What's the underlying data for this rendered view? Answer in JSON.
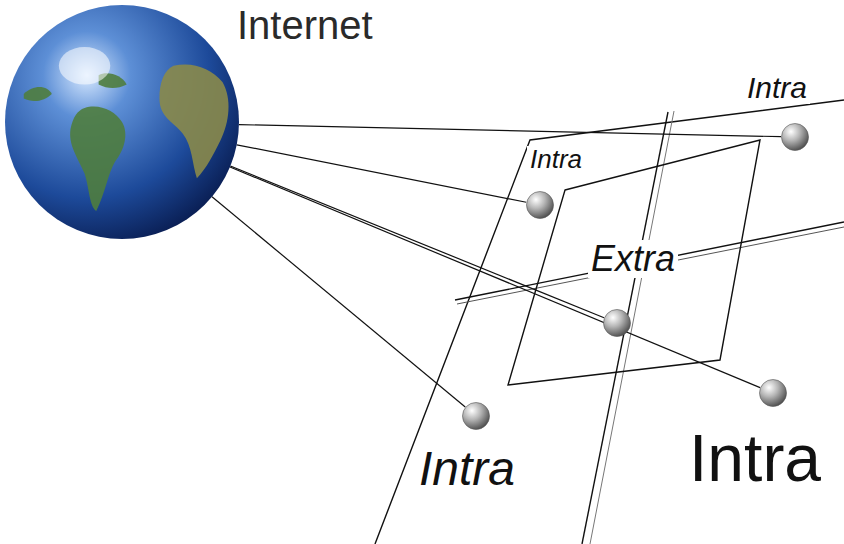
{
  "diagram": {
    "nodes": [
      {
        "text": [
          "Internet"
        ]
      },
      {
        "text": [
          "Intra"
        ]
      },
      {
        "text": [
          "Intra"
        ]
      },
      {
        "text": [
          "Extra"
        ]
      },
      {
        "text": [
          "Intra"
        ]
      },
      {
        "text": [
          "Intra"
        ]
      }
    ],
    "edges": [
      {
        "from": 0,
        "to": 1,
        "arrow": "none"
      },
      {
        "from": 0,
        "to": 2,
        "arrow": "none"
      },
      {
        "from": 0,
        "to": 3,
        "arrow": "none"
      },
      {
        "from": 0,
        "to": 4,
        "arrow": "none"
      },
      {
        "from": 0,
        "to": 5,
        "arrow": "none"
      }
    ]
  }
}
